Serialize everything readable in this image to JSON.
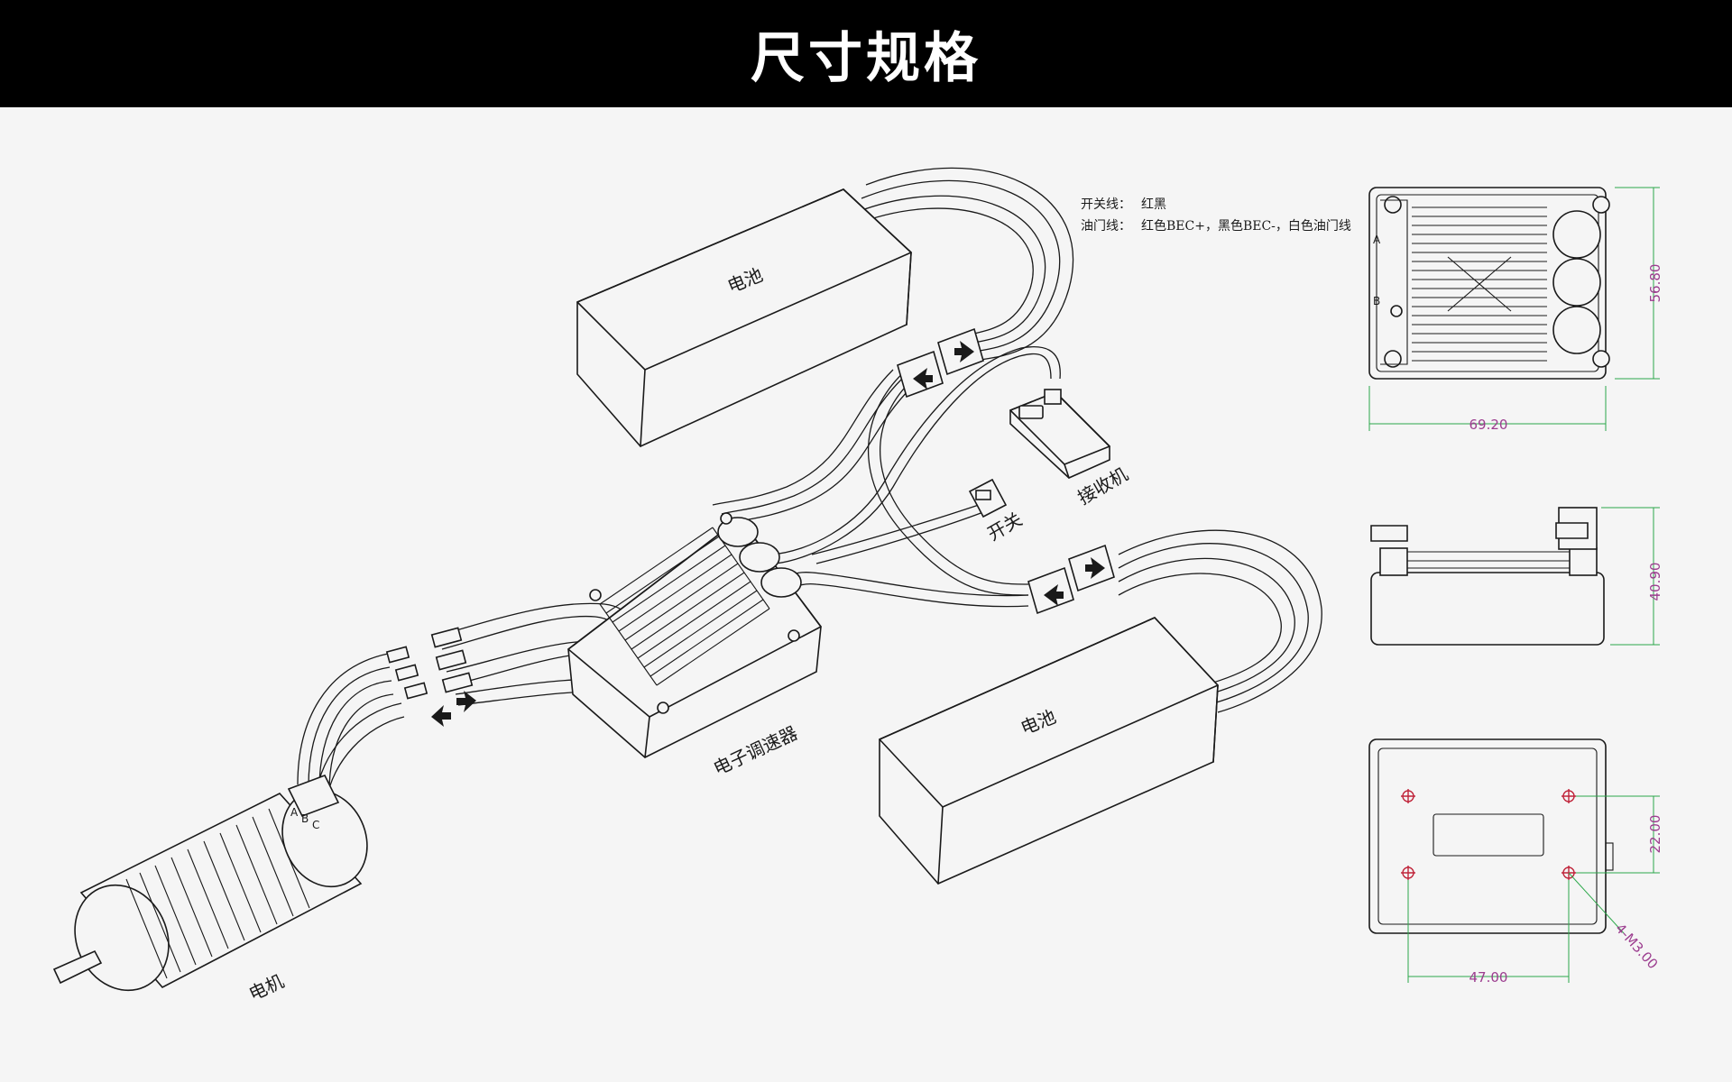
{
  "title": "尺寸规格",
  "labels": {
    "battery_top": "电池",
    "battery_bottom": "电池",
    "receiver": "接收机",
    "switch": "开关",
    "esc": "电子调速器",
    "motor": "电机"
  },
  "notes": {
    "line1_key": "开关线：",
    "line1_value": "红黑",
    "line2_key": "油门线：",
    "line2_value": "红色BEC+，黑色BEC-，白色油门线"
  },
  "motor_phases": [
    "A",
    "B",
    "C"
  ],
  "esc_top_marks": [
    "A",
    "B"
  ],
  "dimensions": {
    "top_height": "56.80",
    "top_width": "69.20",
    "side_height": "40.90",
    "bottom_hole_vertical": "22.00",
    "bottom_hole_horizontal": "47.00",
    "bottom_holes": "4-M3.00"
  },
  "colors": {
    "header_bg": "#000000",
    "dimension_line": "#2ca84a",
    "dimension_text": "#9c3d8f",
    "hole_mark": "#c0243a"
  }
}
